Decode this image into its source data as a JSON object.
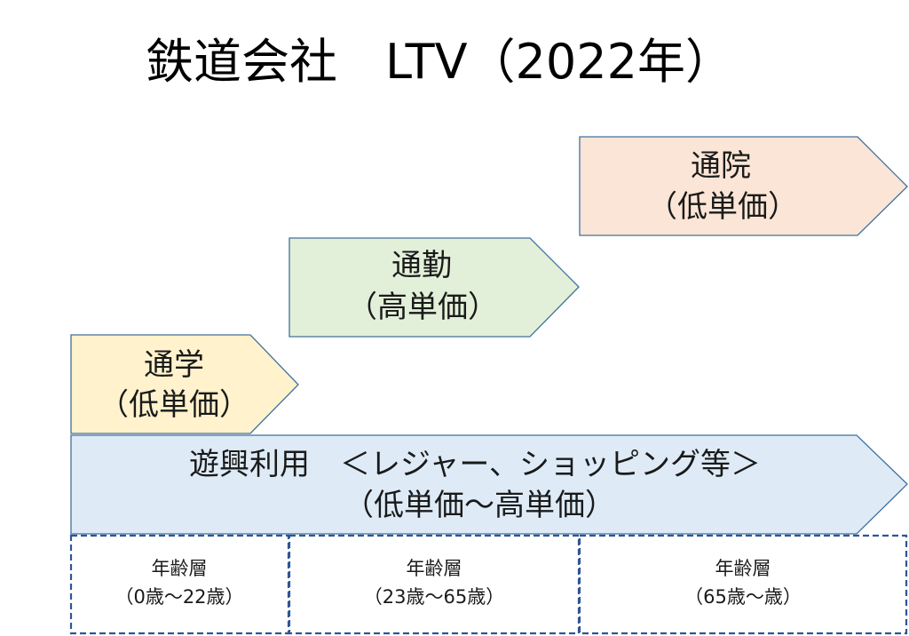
{
  "title": "鉄道会社　LTV（2022年）",
  "colors": {
    "outline": "#41719C",
    "dashed": "#2F5597",
    "school_fill": "#FFF2CC",
    "commute_fill": "#E2F0D9",
    "hospital_fill": "#FBE5D6",
    "leisure_fill": "#DEEBF7"
  },
  "arrows": {
    "hospital": {
      "line1": "通院",
      "line2": "（低単価）"
    },
    "commute": {
      "line1": "通勤",
      "line2": "（高単価）"
    },
    "school": {
      "line1": "通学",
      "line2": "（低単価）"
    },
    "leisure": {
      "line1": "遊興利用　＜レジャー、ショッピング等＞",
      "line2": "（低単価～高単価）"
    }
  },
  "age_groups": [
    {
      "label": "年齢層",
      "range": "（0歳～22歳）"
    },
    {
      "label": "年齢層",
      "range": "（23歳～65歳）"
    },
    {
      "label": "年齢層",
      "range": "（65歳～歳）"
    }
  ]
}
